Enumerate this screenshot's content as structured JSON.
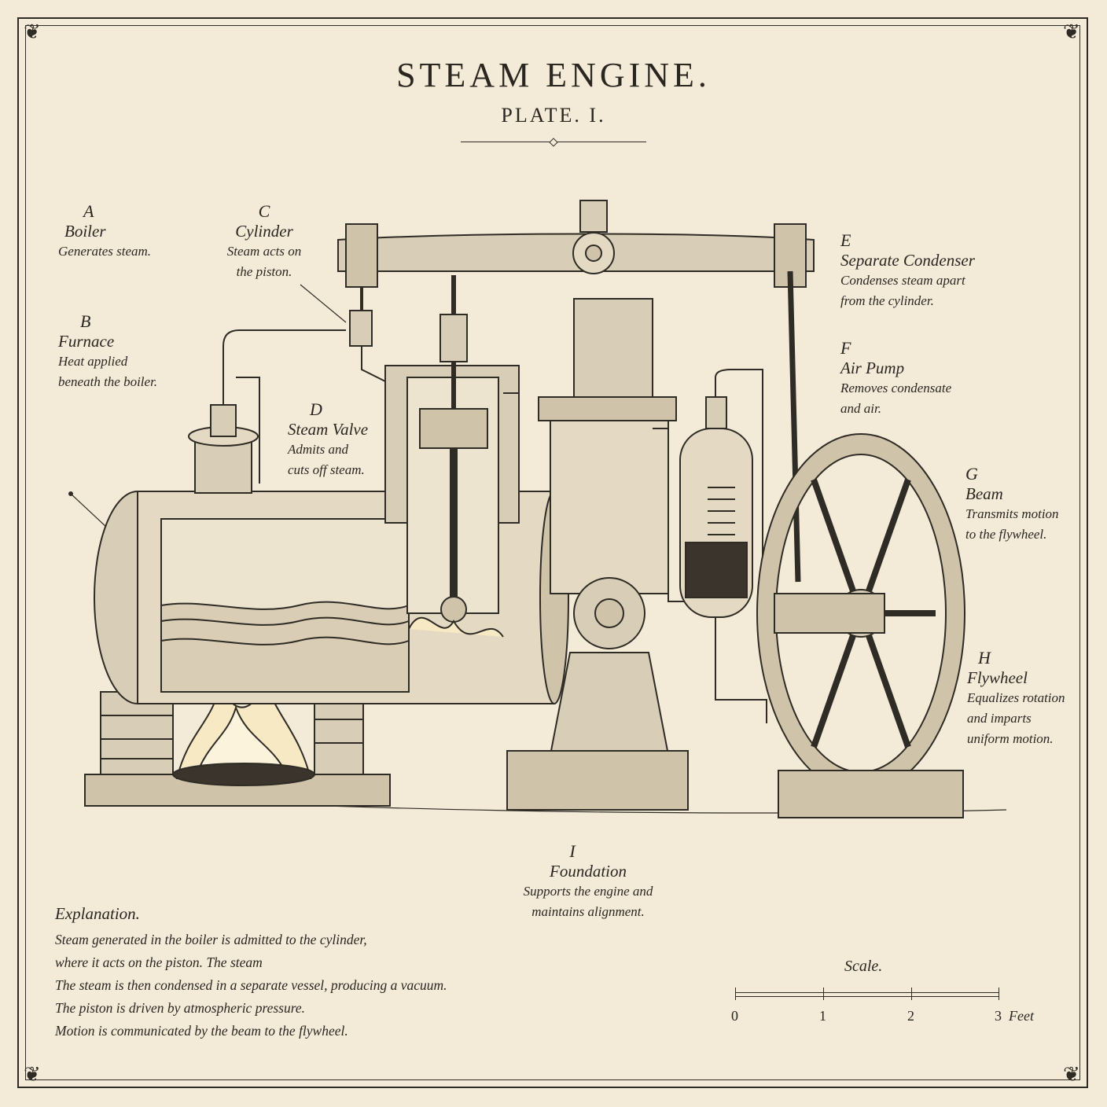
{
  "header": {
    "title": "STEAM ENGINE.",
    "plate": "PLATE. I."
  },
  "labels": {
    "a": {
      "letter": "A",
      "name": "Boiler",
      "desc": [
        "Generates steam."
      ]
    },
    "b": {
      "letter": "B",
      "name": "Furnace",
      "desc": [
        "Heat applied",
        "beneath the boiler."
      ]
    },
    "c": {
      "letter": "C",
      "name": "Cylinder",
      "desc": [
        "Steam acts on",
        "the piston."
      ]
    },
    "d": {
      "letter": "D",
      "name": "Steam Valve",
      "desc": [
        "Admits and",
        "cuts off steam."
      ]
    },
    "e": {
      "letter": "E",
      "name": "Separate Condenser",
      "desc": [
        "Condenses steam apart",
        "from the cylinder."
      ]
    },
    "f": {
      "letter": "F",
      "name": "Air Pump",
      "desc": [
        "Removes condensate",
        "and air."
      ]
    },
    "g": {
      "letter": "G",
      "name": "Beam",
      "desc": [
        "Transmits motion",
        "to the flywheel."
      ]
    },
    "h": {
      "letter": "H",
      "name": "Flywheel",
      "desc": [
        "Equalizes rotation",
        "and imparts",
        "uniform motion."
      ]
    },
    "i": {
      "letter": "I",
      "name": "Foundation",
      "desc": [
        "Supports the engine and",
        "maintains alignment."
      ]
    }
  },
  "explanation": {
    "heading": "Explanation.",
    "lines": [
      "Steam generated in the boiler is admitted to the cylinder,",
      "where it acts on the piston. The steam",
      "The steam is then condensed in a separate vessel, producing a vacuum.",
      "The piston is driven by atmospheric pressure.",
      "Motion is communicated by the beam to the flywheel."
    ]
  },
  "scale": {
    "title": "Scale.",
    "ticks": [
      "0",
      "1",
      "2",
      "3"
    ],
    "unit": "Feet"
  },
  "colors": {
    "paper": "#f3ead8",
    "ink": "#2a2620",
    "metal": "#d8cdb6",
    "fire": "#f6e9c4"
  }
}
